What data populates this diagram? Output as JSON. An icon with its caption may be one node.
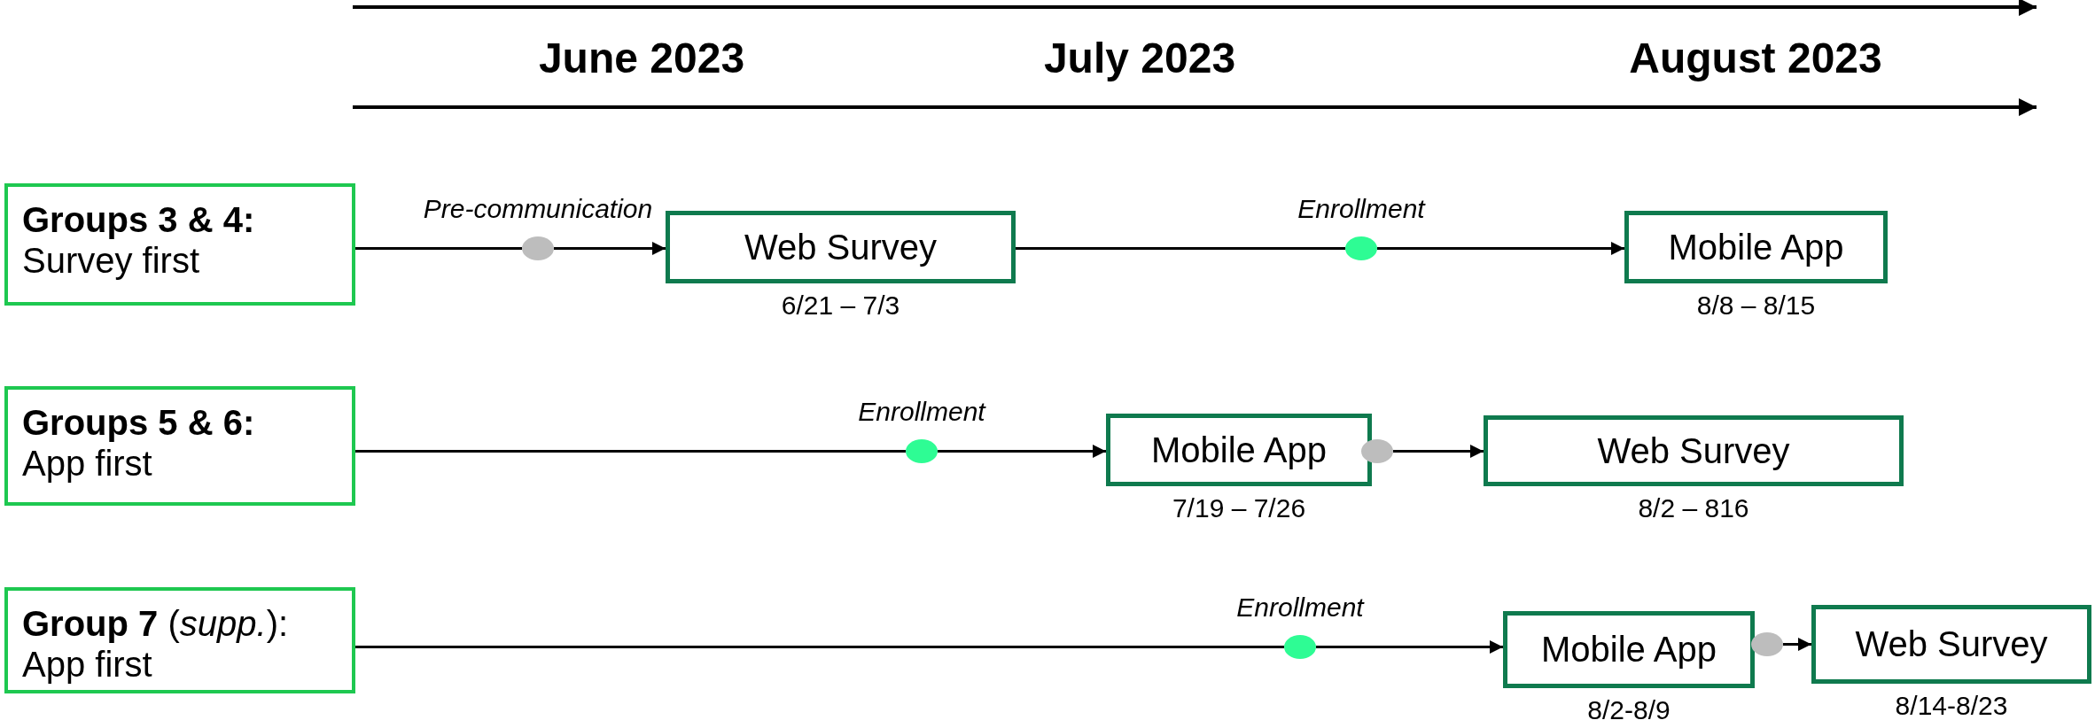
{
  "diagram": {
    "nodes": [
      {
        "text": [
          "Groups 3 & 4:",
          "Survey first"
        ]
      },
      {
        "text": [],
        "shape": "circle",
        "beside": [
          "Pre-communication"
        ]
      },
      {
        "text": [
          "Web Survey"
        ],
        "beside": [
          "6/21 – 7/3"
        ]
      },
      {
        "text": [],
        "shape": "circle",
        "beside": [
          "Enrollment"
        ]
      },
      {
        "text": [
          "Mobile App"
        ],
        "beside": [
          "8/8 – 8/15"
        ]
      },
      {
        "text": [
          "Groups 5 & 6:",
          "App first"
        ]
      },
      {
        "text": [],
        "shape": "circle",
        "beside": [
          "Enrollment"
        ]
      },
      {
        "text": [
          "Mobile App"
        ],
        "beside": [
          "7/19 – 7/26"
        ]
      },
      {
        "text": [],
        "shape": "circle"
      },
      {
        "text": [
          "Web Survey"
        ],
        "beside": [
          "8/2 – 816"
        ]
      },
      {
        "text": [
          "**Group 7** (*supp.*):",
          "App first"
        ]
      },
      {
        "text": [],
        "shape": "circle",
        "beside": [
          "Enrollment"
        ]
      },
      {
        "text": [
          "Mobile App"
        ],
        "beside": [
          "8/2-8/9"
        ]
      },
      {
        "text": [],
        "shape": "circle"
      },
      {
        "text": [
          "Web Survey"
        ],
        "beside": [
          "8/14-8/23"
        ]
      }
    ],
    "edges": [
      {
        "from": 0,
        "to": 1,
        "arrow": "none"
      },
      {
        "from": 1,
        "to": 2,
        "arrow": "to"
      },
      {
        "from": 2,
        "to": 3,
        "arrow": "none"
      },
      {
        "from": 3,
        "to": 4,
        "arrow": "to"
      },
      {
        "from": 5,
        "to": 6,
        "arrow": "none"
      },
      {
        "from": 6,
        "to": 7,
        "arrow": "to"
      },
      {
        "from": 8,
        "to": 9,
        "arrow": "to"
      },
      {
        "from": 10,
        "to": 11,
        "arrow": "none"
      },
      {
        "from": 11,
        "to": 12,
        "arrow": "to"
      },
      {
        "from": 13,
        "to": 14,
        "arrow": "to"
      }
    ],
    "labels": [
      "June 2023",
      "July 2023",
      "August 2023"
    ]
  }
}
